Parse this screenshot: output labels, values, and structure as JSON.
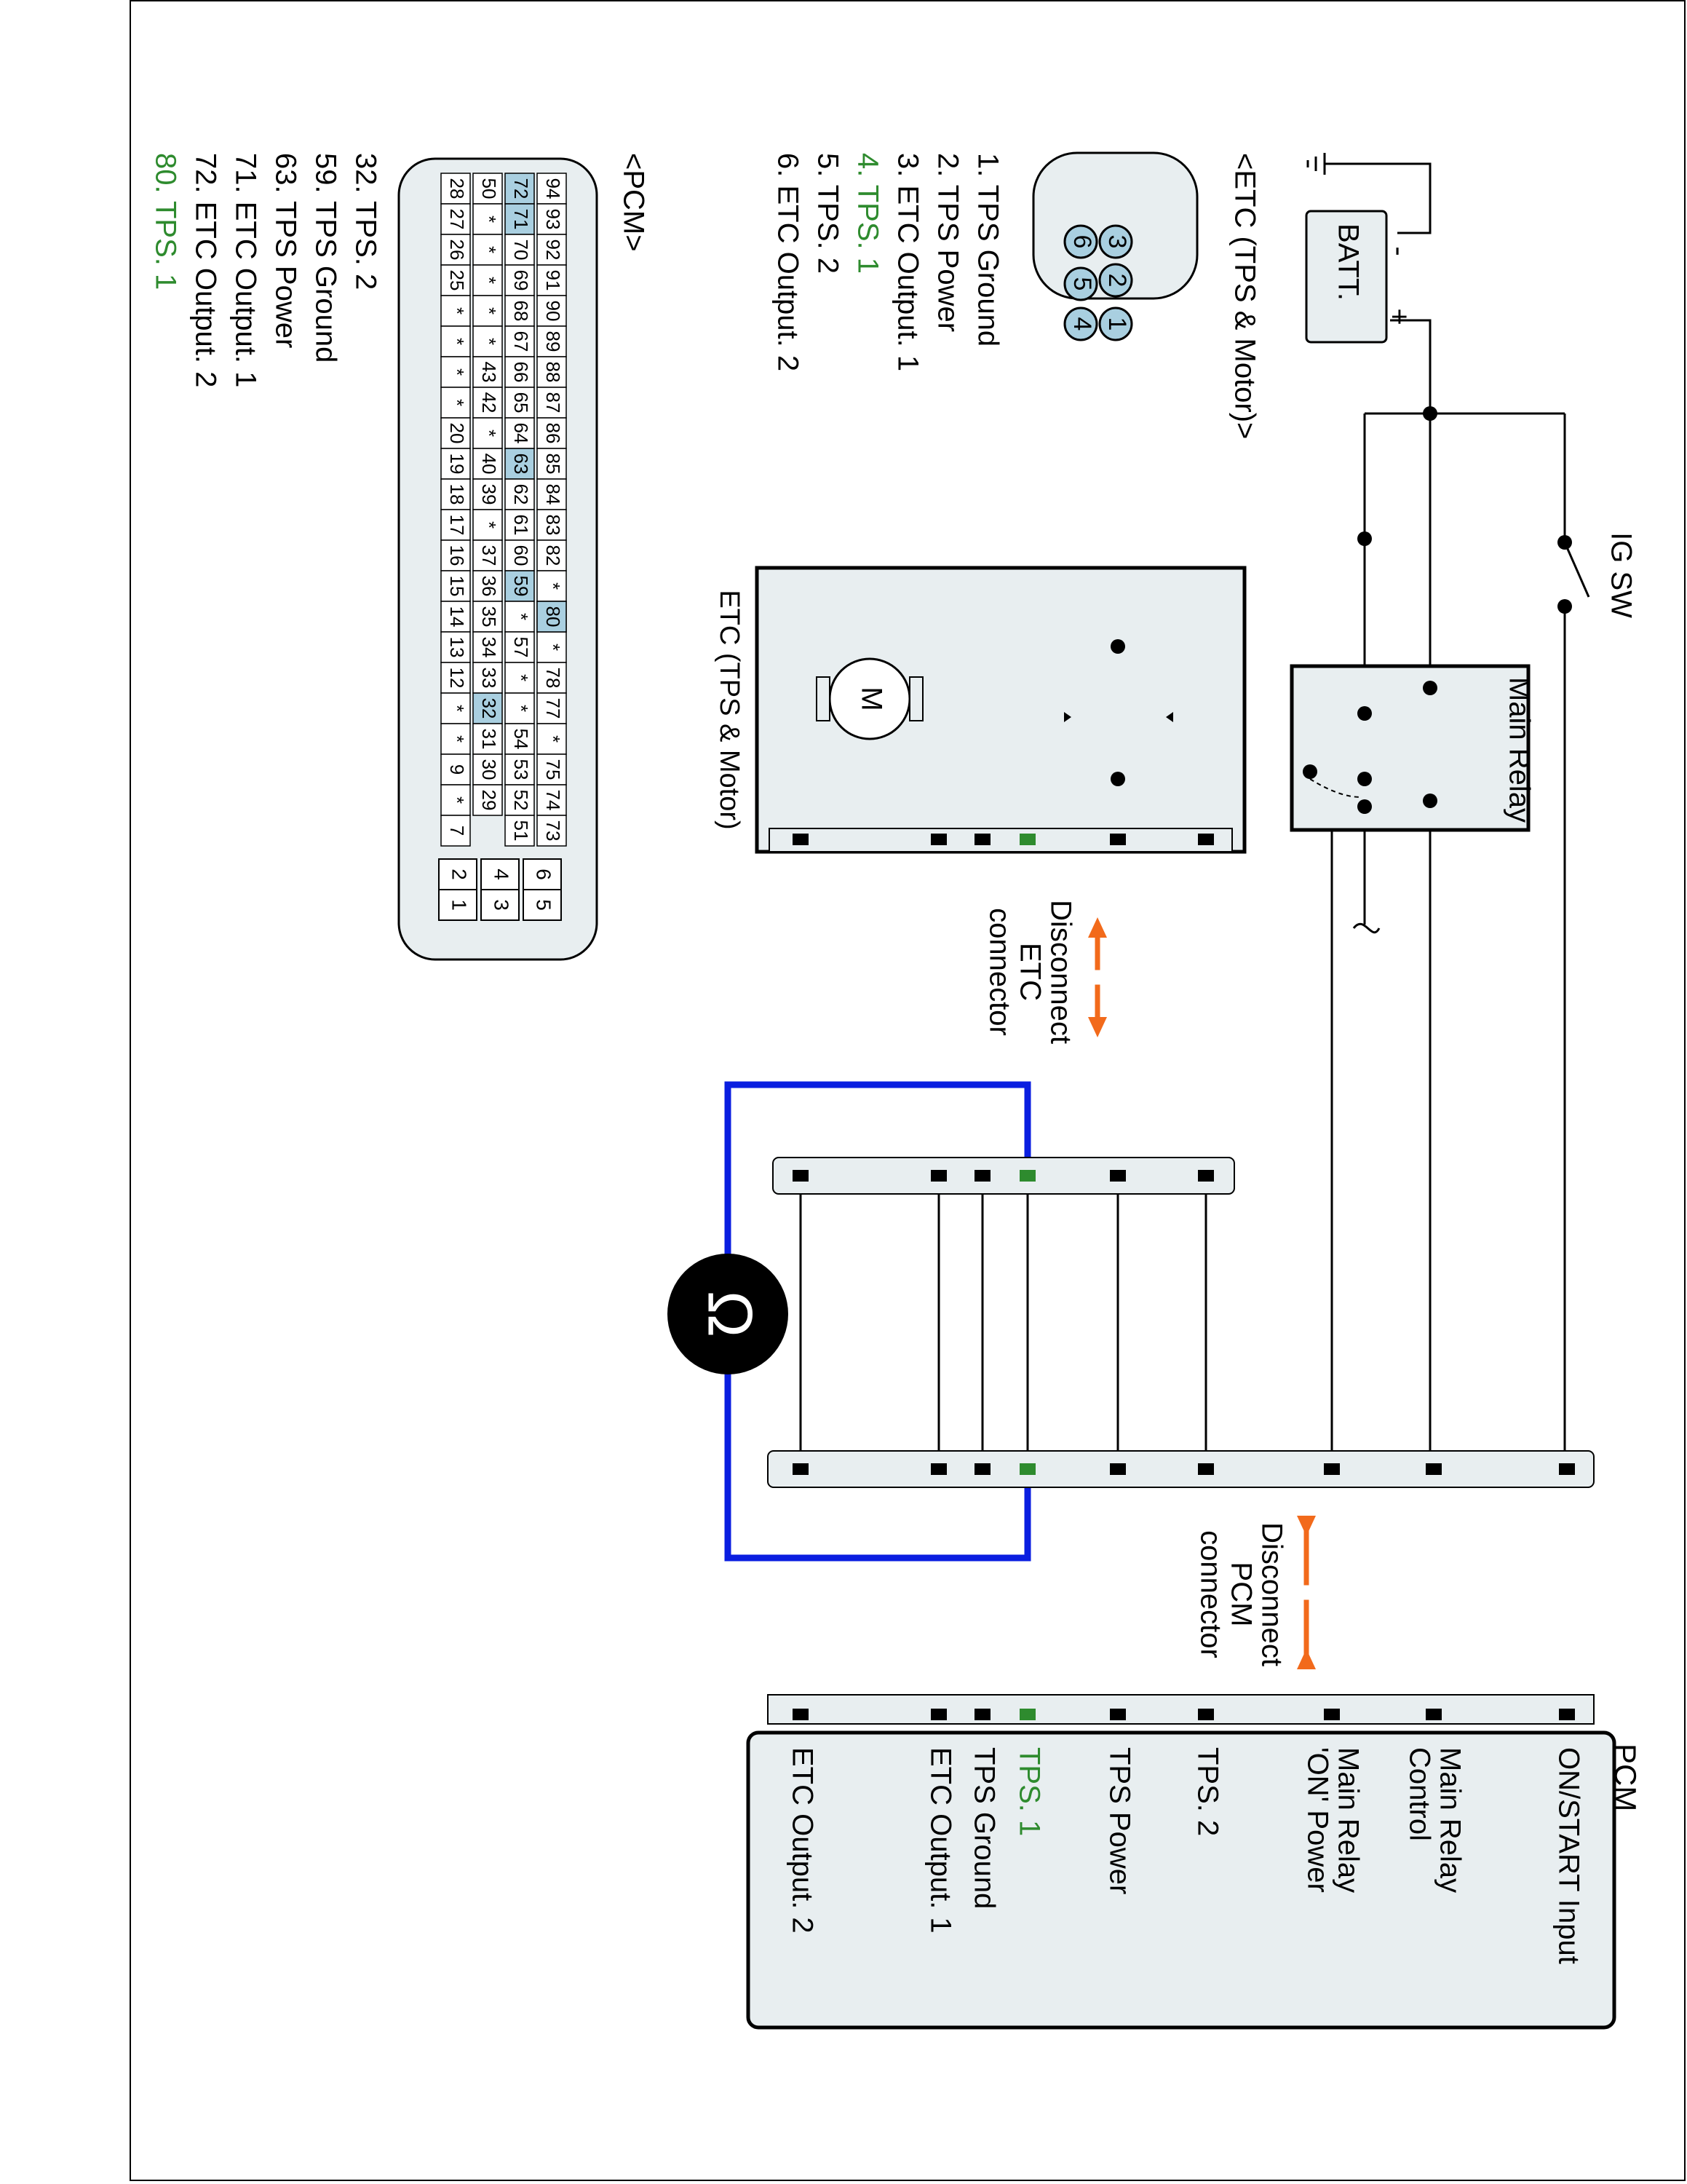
{
  "diagram": {
    "etc_connector": {
      "title": "<ETC (TPS & Motor)>",
      "pins": [
        "1. TPS Ground",
        "2. TPS Power",
        "3. ETC Output. 1",
        "4. TPS. 1",
        "5. TPS. 2",
        "6. ETC Output. 2"
      ],
      "face_pins": [
        "3",
        "2",
        "1",
        "6",
        "5",
        "4"
      ],
      "highlight_index": 3
    },
    "pcm_connector": {
      "title": "<PCM>",
      "pins": [
        "32. TPS. 2",
        "59. TPS Ground",
        "63. TPS Power",
        "71. ETC Output. 1",
        "72. ETC Output. 2",
        "80. TPS. 1"
      ],
      "highlight_index": 5,
      "grid_rows": [
        [
          "94",
          "93",
          "92",
          "91",
          "90",
          "89",
          "88",
          "87",
          "86",
          "85",
          "84",
          "83",
          "82",
          "*",
          "",
          "*",
          "78",
          "77",
          "*",
          "75",
          "74",
          "73"
        ],
        [
          "72",
          "71",
          "70",
          "69",
          "68",
          "67",
          "66",
          "65",
          "64",
          "63",
          "62",
          "61",
          "60",
          "59",
          "*",
          "57",
          "*",
          "*",
          "54",
          "53",
          "52",
          "51"
        ],
        [
          "50",
          "*",
          "*",
          "*",
          "*",
          "*",
          "43",
          "42",
          "*",
          "40",
          "39",
          "*",
          "37",
          "36",
          "35",
          "34",
          "33",
          "32",
          "31",
          "30",
          "29"
        ],
        [
          "28",
          "27",
          "26",
          "25",
          "*",
          "*",
          "*",
          "*",
          "20",
          "19",
          "18",
          "17",
          "16",
          "15",
          "14",
          "13",
          "12",
          "*",
          "*",
          "9",
          "*",
          "7"
        ]
      ],
      "grid_row1_extra": "80",
      "highlighted_cells": [
        "72",
        "71",
        "63",
        "59",
        "80",
        "32"
      ],
      "small_block": [
        [
          "6",
          "5"
        ],
        [
          "4",
          "3"
        ],
        [
          "2",
          "1"
        ]
      ]
    },
    "batt_label": "BATT.",
    "ig_sw_label": "IG SW",
    "main_relay_label": "Main Relay",
    "etc_component_label": "ETC (TPS & Motor)",
    "motor_label": "M",
    "etc_disconnect_lines": [
      "Disconnect",
      "ETC",
      "connector"
    ],
    "pcm_disconnect_lines": [
      "Disconnect",
      "PCM",
      "connector"
    ],
    "meter_symbol": "Ω",
    "pcm_box": {
      "title": "PCM",
      "terminals": [
        "ON/START Input",
        "Main Relay\nControl",
        "Main Relay\n'ON' Power",
        "TPS. 2",
        "TPS Power",
        "TPS. 1",
        "TPS Ground",
        "ETC Output. 1",
        "ETC Output. 2"
      ],
      "highlight_terminal": "TPS. 1"
    },
    "colors": {
      "highlight_green": "#2e8b2e",
      "meter_lead_blue": "#0a1ee0",
      "arrow_orange": "#f26a1b",
      "panel_fill": "#e8eef0",
      "cell_blue": "#a9cfe0"
    }
  }
}
